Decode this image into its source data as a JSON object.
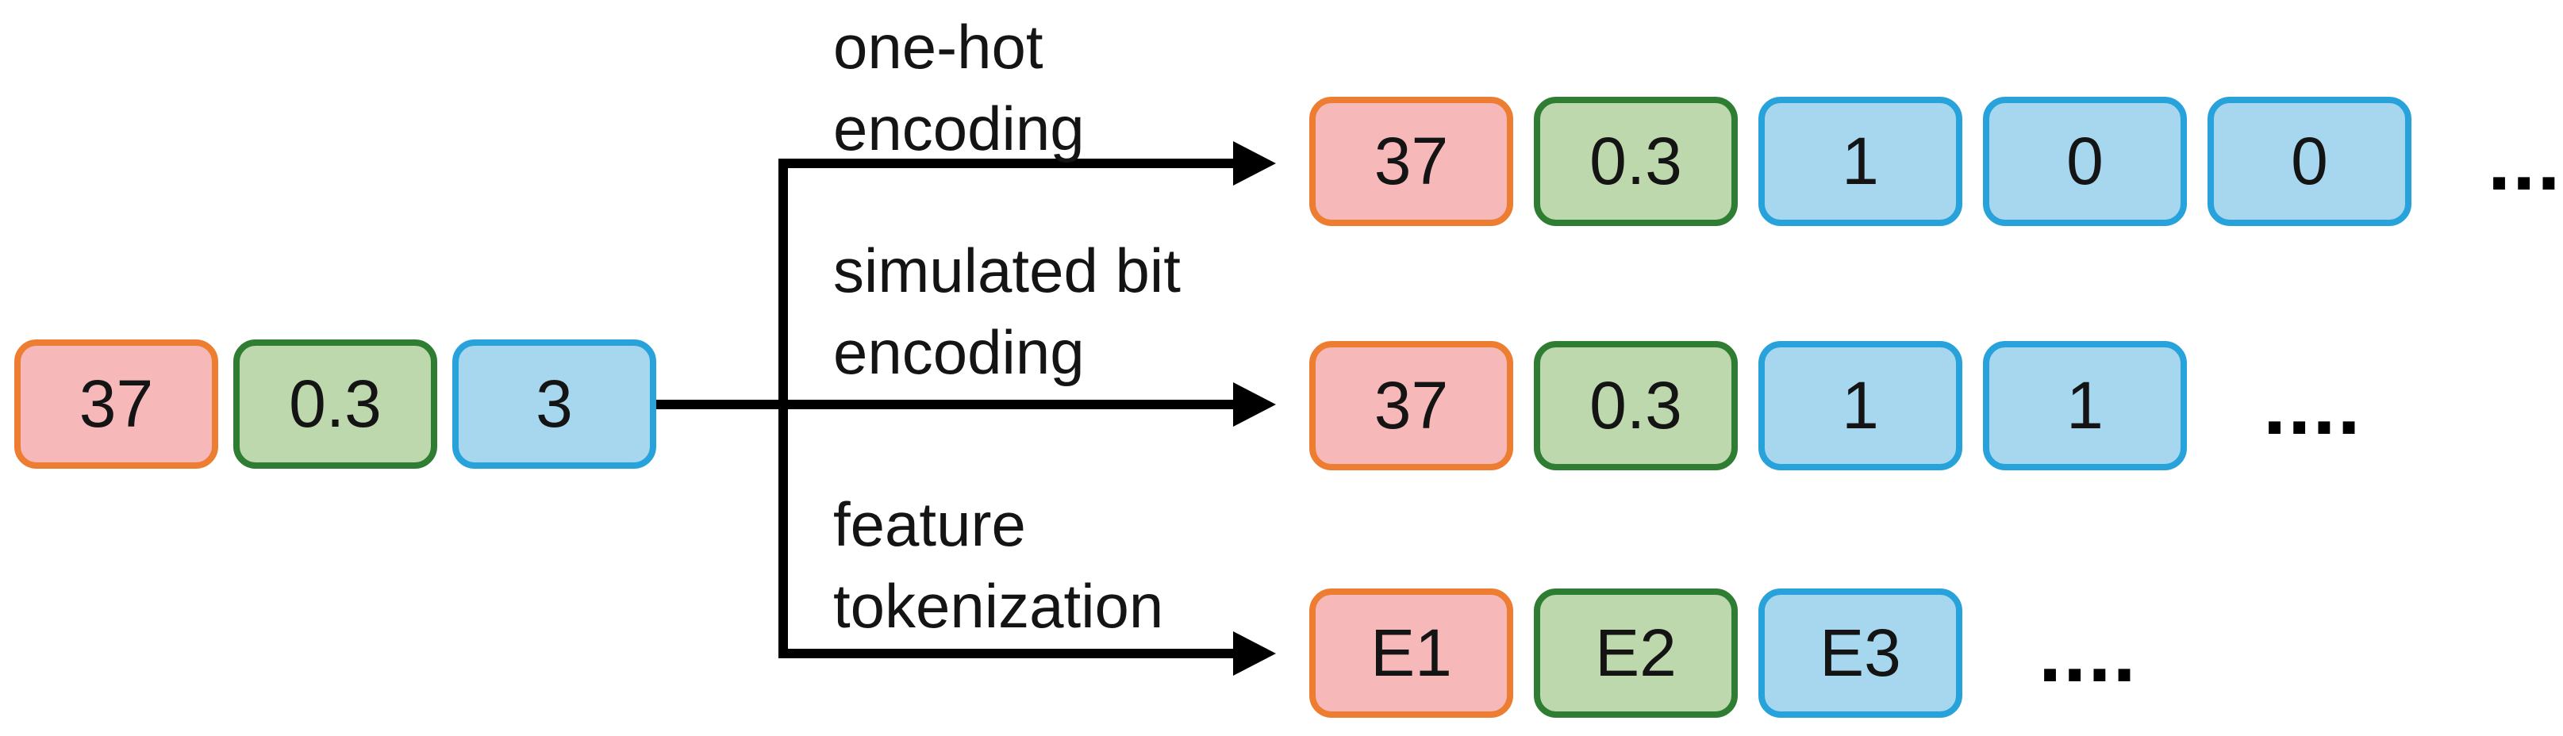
{
  "palette": {
    "background": "#ffffff",
    "line_color": "#000000",
    "text_color": "#141414",
    "red": {
      "fill": "#F6B8B9",
      "border": "#ED7D31"
    },
    "green": {
      "fill": "#BDD8AC",
      "border": "#2E7D32"
    },
    "blue": {
      "fill": "#A7D7EF",
      "border": "#28A2DA"
    }
  },
  "source_row": {
    "cells": [
      {
        "text": "37",
        "color": "red"
      },
      {
        "text": "0.3",
        "color": "green"
      },
      {
        "text": "3",
        "color": "blue"
      }
    ]
  },
  "branches": [
    {
      "id": "one-hot",
      "label_line1": "one-hot",
      "label_line2": "encoding",
      "cells": [
        {
          "text": "37",
          "color": "red"
        },
        {
          "text": "0.3",
          "color": "green"
        },
        {
          "text": "1",
          "color": "blue"
        },
        {
          "text": "0",
          "color": "blue"
        },
        {
          "text": "0",
          "color": "blue"
        }
      ],
      "ellipsis": "...."
    },
    {
      "id": "simulated-bit",
      "label_line1": "simulated bit",
      "label_line2": "encoding",
      "cells": [
        {
          "text": "37",
          "color": "red"
        },
        {
          "text": "0.3",
          "color": "green"
        },
        {
          "text": "1",
          "color": "blue"
        },
        {
          "text": "1",
          "color": "blue"
        }
      ],
      "ellipsis": "...."
    },
    {
      "id": "feature-tokenization",
      "label_line1": "feature",
      "label_line2": "tokenization",
      "cells": [
        {
          "text": "E1",
          "color": "red"
        },
        {
          "text": "E2",
          "color": "green"
        },
        {
          "text": "E3",
          "color": "blue"
        }
      ],
      "ellipsis": "...."
    }
  ]
}
